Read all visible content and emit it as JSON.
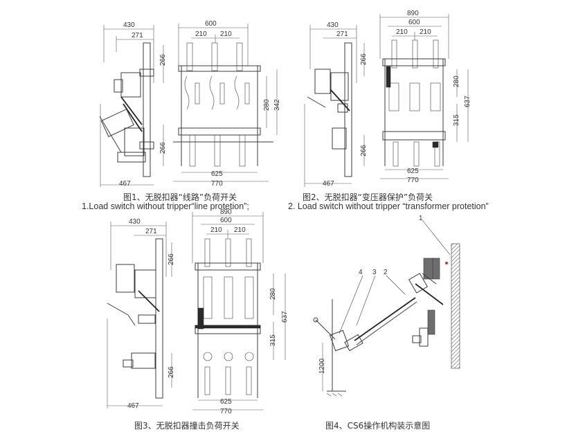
{
  "fig1": {
    "caption_cn": "图1、无脱扣器“线路”负荷开关",
    "dims": [
      "430",
      "271",
      "266",
      "266",
      "467",
      "600",
      "210",
      "210",
      "280",
      "342",
      "625",
      "770"
    ]
  },
  "caption_en_1": "1.Load switch without tripper“line protetion”;",
  "fig2": {
    "caption_cn": "图2、无脱扣器“变压器保护”负荷关",
    "dims": [
      "430",
      "271",
      "266",
      "266",
      "467",
      "890",
      "600",
      "210",
      "210",
      "280",
      "637",
      "315",
      "625",
      "770"
    ]
  },
  "caption_en_2": "2. Load switch without tripper “transformer protetion”",
  "fig3": {
    "caption_cn": "图3、无脱扣器撞击负荷开关",
    "dims": [
      "430",
      "271",
      "266",
      "266",
      "467",
      "890",
      "600",
      "210",
      "210",
      "280",
      "637",
      "315",
      "625",
      "770"
    ]
  },
  "fig4": {
    "caption_cn": "图4、CS6操作机构装示意图",
    "callouts": [
      "1",
      "4",
      "3",
      "2"
    ],
    "dim": "1200"
  },
  "colors": {
    "line": "#3a3a3a",
    "accent": "#c0392b",
    "background": "#ffffff"
  }
}
